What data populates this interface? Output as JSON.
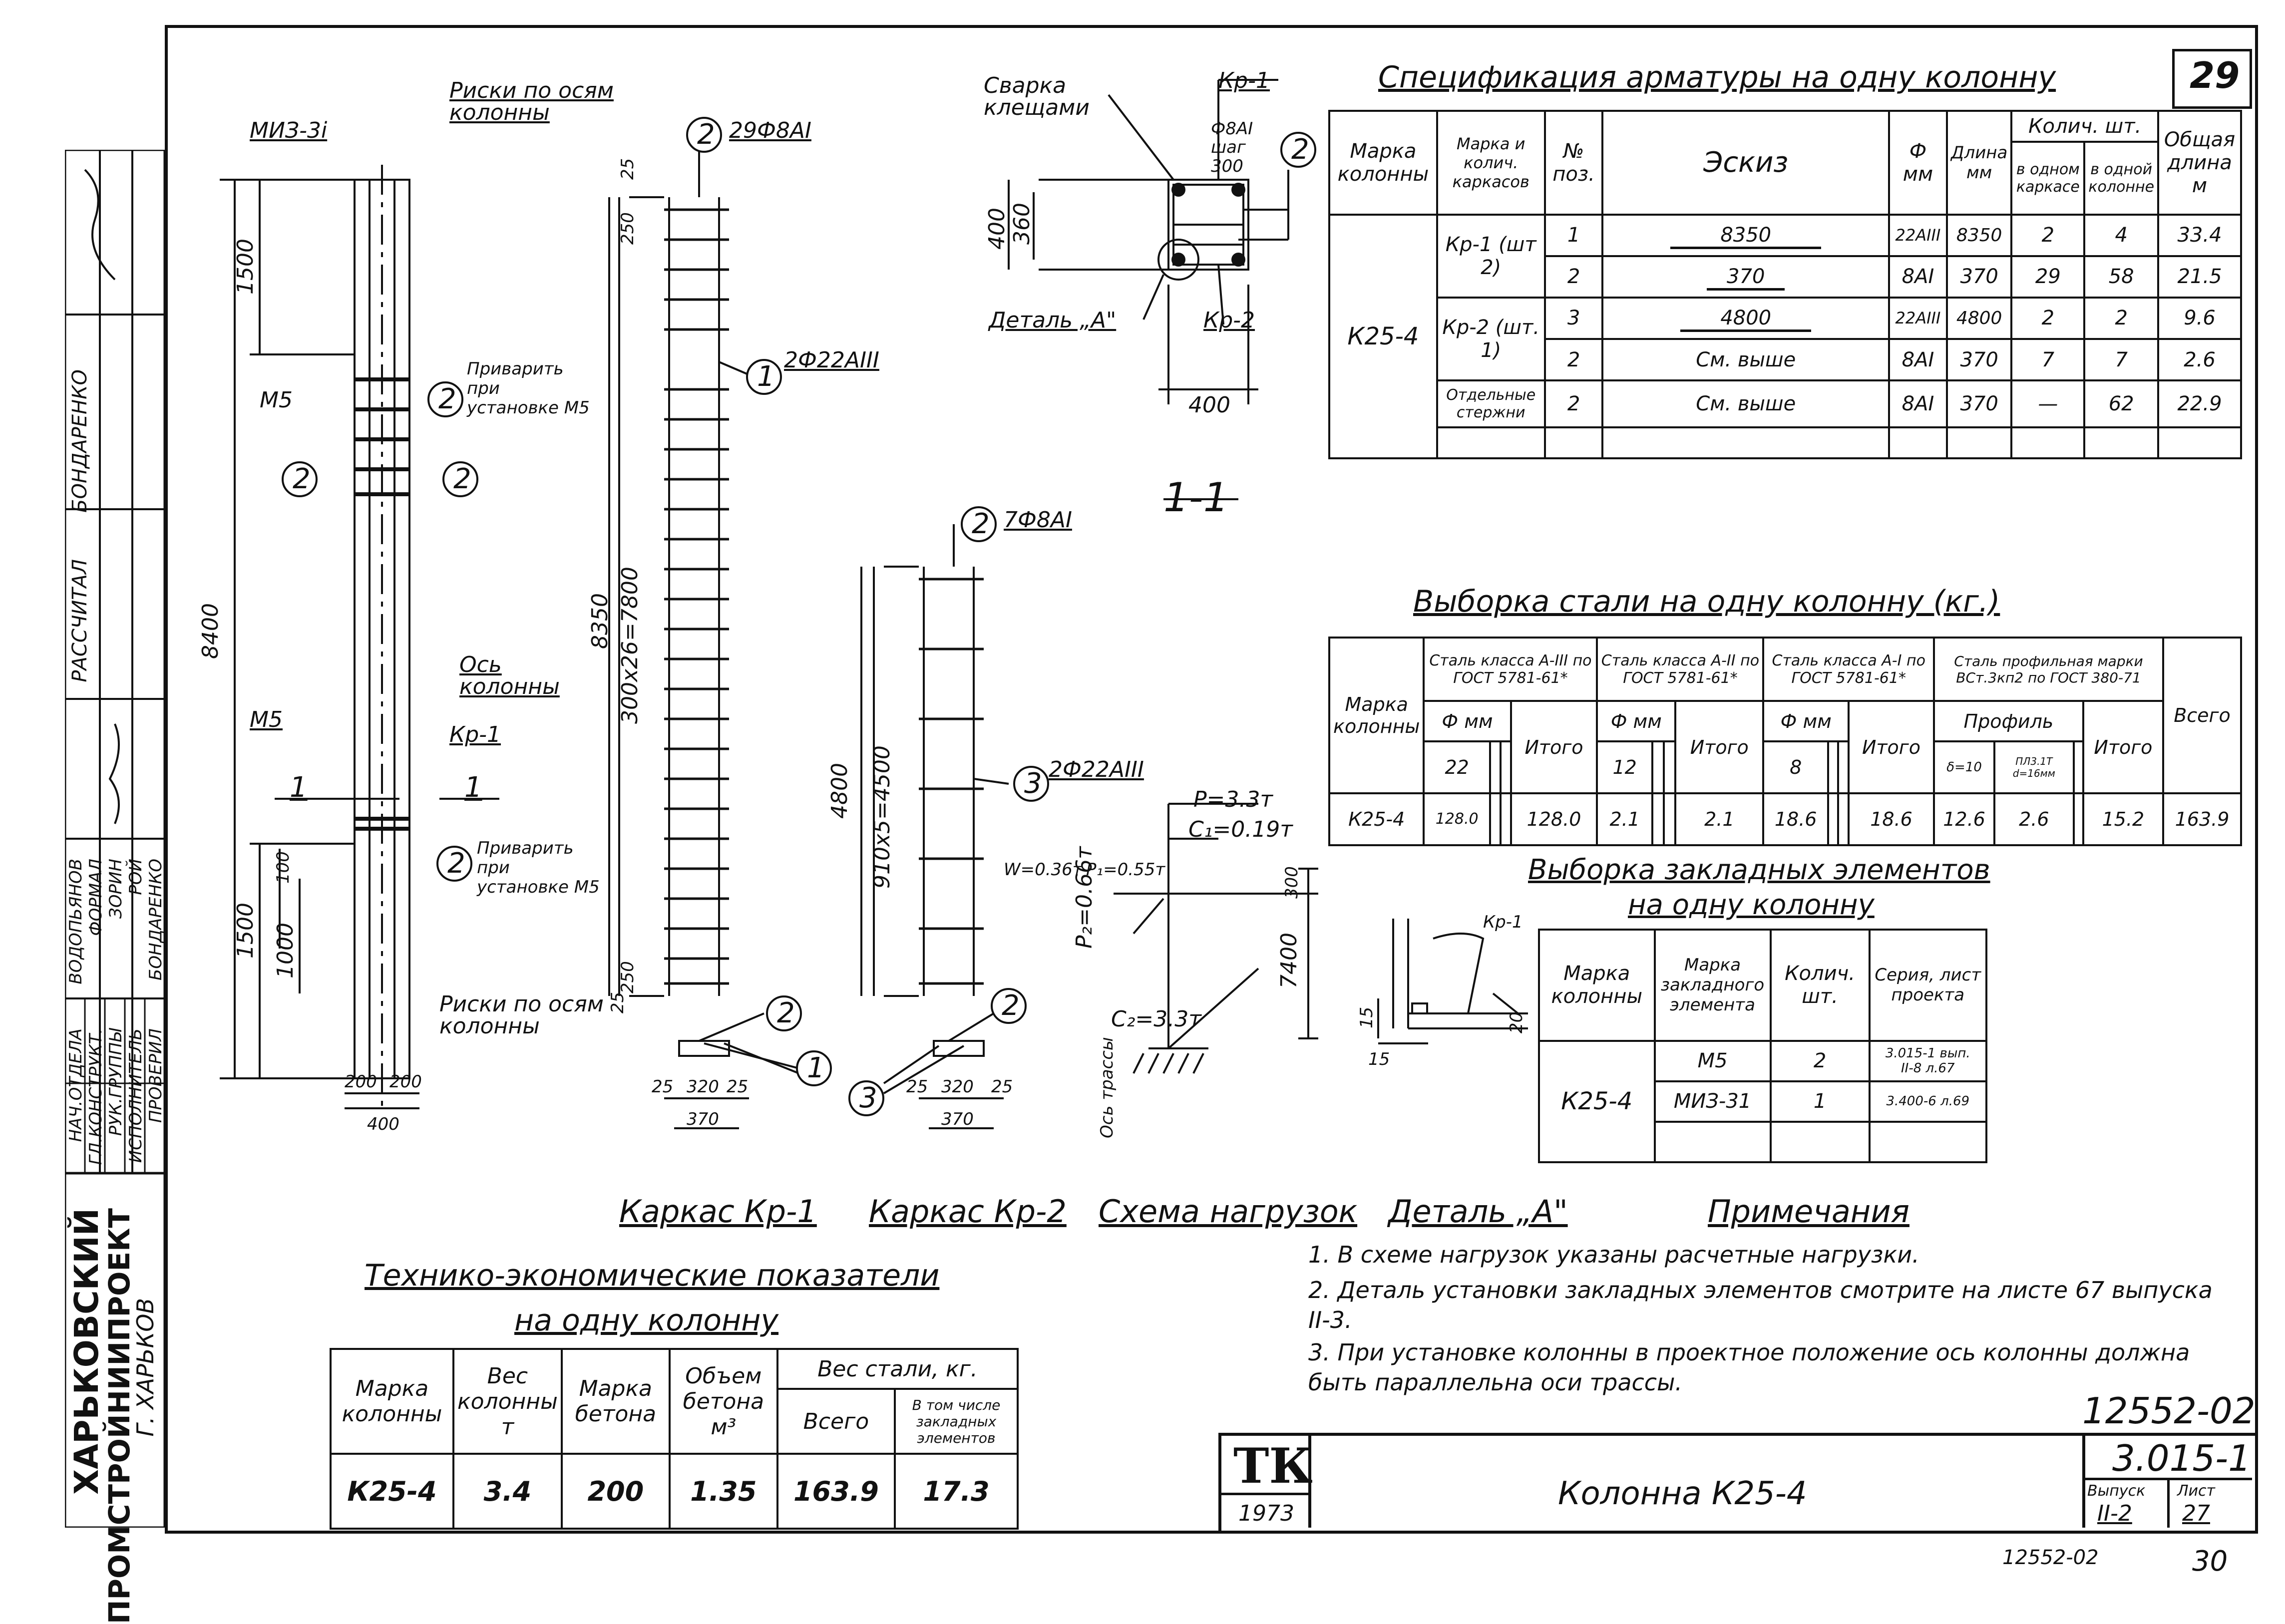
{
  "sheet_number": "29",
  "left_titleblock": {
    "org_line1": "ХАРЬКОВСКИЙ",
    "org_line2": "ПРОМСТРОЙНИИПРОЕКТ",
    "org_line3": "Г. ХАРЬКОВ",
    "roles": [
      "НАЧ.ОТДЕЛА",
      "ГЛ.КОНСТРУКТ.",
      "РУК.ГРУППЫ",
      "ИСПОЛНИТЕЛЬ",
      "ПРОВЕРИЛ"
    ],
    "names": [
      "ВОДОПЬЯНОВ",
      "ФОРМАЛ",
      "ЗОРИН",
      "РОЙ",
      "БОНДАРЕНКО"
    ],
    "vertical_labels": [
      "БОНДАРЕНКО",
      "РАССЧИТАЛ"
    ]
  },
  "drawings": {
    "col_elev": {
      "miz": "МИЗ-3і",
      "riski_top": "Риски по осям колонны",
      "riski_bot": "Риски по осям колонны",
      "m5_a": "М5",
      "m5_b": "М5",
      "kr1": "Кр-1",
      "axis": "Ось колонны",
      "weld1": "Приварить при установке М5",
      "weld2": "Приварить при установке М5",
      "dim_total": "8400",
      "dim_1500_top": "1500",
      "dim_1500_bot": "1500",
      "dim_1000": "1000",
      "dim_100": "100",
      "dim_200a": "200",
      "dim_200b": "200",
      "dim_400": "400",
      "sec_a": "1",
      "sec_b": "1",
      "mark2": "2"
    },
    "kr1": {
      "bar_top": "29Ф8АІ",
      "bar_long": "2Ф22АІІІ",
      "dim_8350": "8350",
      "dim_pitch": "300х26=7800",
      "dim_250": "250",
      "dim_25": "25",
      "sec_25a": "25",
      "sec_320": "320",
      "sec_25b": "25",
      "sec_370": "370",
      "mark_1": "1",
      "mark_2": "2",
      "title": "Каркас Кр-1"
    },
    "kr2": {
      "bar_top": "7Ф8АІ",
      "bar_long": "2Ф22АІІІ",
      "dim_4800": "4800",
      "dim_pitch": "910х5=4500",
      "sec_25a": "25",
      "sec_320": "320",
      "sec_25b": "25",
      "sec_370": "370",
      "mark_2": "2",
      "mark_3": "3",
      "title": "Каркас Кр-2"
    },
    "section": {
      "svarka": "Сварка клещами",
      "kr1": "Кр-1",
      "kr2": "Кр-2",
      "stirrup": "Ф8АІ шаг 300",
      "detail": "Деталь „А\"",
      "dim_400v": "400",
      "dim_360": "360",
      "dim_400h": "400",
      "title": "1-1"
    },
    "loads": {
      "p": "Р=3.3т",
      "c1": "С₁=0.19т",
      "w": "W=0.36т",
      "p1": "Р₁=0.55т",
      "p2": "Р₂=0.66т",
      "c2": "С₂=3.3т",
      "dim_300": "300",
      "dim_7400": "7400",
      "axis": "Ось трассы",
      "title": "Схема нагрузок"
    },
    "detail": {
      "kr1": "Кр-1",
      "d15a": "15",
      "d15b": "15",
      "d20": "20",
      "title": "Деталь „А\""
    }
  },
  "spec_table": {
    "title": "Спецификация арматуры на одну колонну",
    "headers": {
      "h1": "Марка колонны",
      "h2": "Марка и колич. каркасов",
      "h3": "№ поз.",
      "h4": "Эскиз",
      "h5": "Ф мм",
      "h6": "Длина мм",
      "h7": "Колич. шт.",
      "h7a": "в одном каркасе",
      "h7b": "в одной колонне",
      "h8": "Общая длина м"
    },
    "column_mark": "К25-4",
    "rows": [
      {
        "frame": "Кр-1 (шт 2)",
        "pos": "1",
        "sketch": "8350",
        "d": "22АІІІ",
        "len": "8350",
        "n1": "2",
        "n2": "4",
        "total": "33.4"
      },
      {
        "frame": "",
        "pos": "2",
        "sketch": "370",
        "d": "8АІ",
        "len": "370",
        "n1": "29",
        "n2": "58",
        "total": "21.5"
      },
      {
        "frame": "Кр-2 (шт. 1)",
        "pos": "3",
        "sketch": "4800",
        "d": "22АІІІ",
        "len": "4800",
        "n1": "2",
        "n2": "2",
        "total": "9.6"
      },
      {
        "frame": "",
        "pos": "2",
        "sketch": "См. выше",
        "d": "8АІ",
        "len": "370",
        "n1": "7",
        "n2": "7",
        "total": "2.6"
      },
      {
        "frame": "Отдельные стержни",
        "pos": "2",
        "sketch": "См. выше",
        "d": "8АІ",
        "len": "370",
        "n1": "—",
        "n2": "62",
        "total": "22.9"
      }
    ]
  },
  "steel_table": {
    "title": "Выборка стали на одну колонну (кг.)",
    "h_mark": "Марка колонны",
    "h_a3": "Сталь класса А-ІІІ по ГОСТ 5781-61*",
    "h_a2": "Сталь класса А-ІІ по ГОСТ 5781-61*",
    "h_a1": "Сталь класса А-І по ГОСТ 5781-61*",
    "h_prof": "Сталь профильная марки ВСт.3кп2 по ГОСТ 380-71",
    "h_fmm": "Ф мм",
    "h_profil": "Профиль",
    "h_total": "Итого",
    "h_all": "Всего",
    "d22": "22",
    "d12": "12",
    "d8": "8",
    "p1": "δ=10",
    "p2": "ПЛ3.1Т d=16мм",
    "row": {
      "mark": "К25-4",
      "a3_22": "128.0",
      "a3_tot": "128.0",
      "a2_12": "2.1",
      "a2_tot": "2.1",
      "a1_8": "18.6",
      "a1_tot": "18.6",
      "pr1": "12.6",
      "pr2": "2.6",
      "pr_tot": "15.2",
      "all": "163.9"
    }
  },
  "embed_table": {
    "title1": "Выборка закладных элементов",
    "title2": "на одну колонну",
    "headers": [
      "Марка колонны",
      "Марка закладного элемента",
      "Колич. шт.",
      "Серия, лист проекта"
    ],
    "mark": "К25-4",
    "rows": [
      {
        "el": "М5",
        "n": "2",
        "ser": "3.015-1 вып. ІІ-8 л.67"
      },
      {
        "el": "МИЗ-31",
        "n": "1",
        "ser": "3.400-6 л.69"
      }
    ]
  },
  "econ_table": {
    "title1": "Технико-экономические показатели",
    "title2": "на одну колонну",
    "h1": "Марка колонны",
    "h2": "Вес колонны т",
    "h3": "Марка бетона",
    "h4": "Объем бетона м³",
    "h5": "Вес стали, кг.",
    "h5a": "Всего",
    "h5b": "В том числе закладных элементов",
    "row": {
      "mark": "К25-4",
      "w": "3.4",
      "conc": "200",
      "vol": "1.35",
      "st": "163.9",
      "emb": "17.3"
    }
  },
  "notes": {
    "title": "Примечания",
    "items": [
      "1. В схеме нагрузок указаны расчетные нагрузки.",
      "2. Деталь установки закладных элементов смотрите на листе 67 выпуска ІІ-3.",
      "3. При установке колонны в проектное положение ось колонны должна быть параллельна оси трассы."
    ]
  },
  "stamp": {
    "code": "12552-02",
    "series": "3.015-1",
    "logo": "ТК",
    "year": "1973",
    "title": "Колонна К25-4",
    "h_issue": "Выпуск",
    "h_sheet": "Лист",
    "issue": "ІІ-2",
    "sheet": "27"
  },
  "footer": {
    "code": "12552-02",
    "page": "30"
  }
}
